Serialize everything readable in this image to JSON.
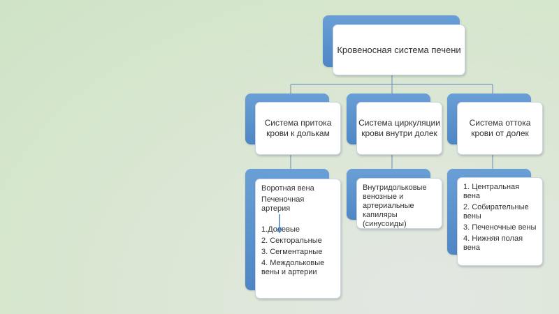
{
  "diagram": {
    "root": {
      "label": "Кровеносная система печени"
    },
    "branches": [
      {
        "label": "Система притока крови к долькам",
        "details": [
          "Воротная вена",
          "Печеночная артерия",
          "",
          "1.Долевые",
          "2. Секторальные",
          "3. Сегментарные",
          "4. Междольковые вены и артерии"
        ]
      },
      {
        "label": "Система циркуляции крови внутри долек",
        "details": [
          "Внутридольковые венозные и артериальные капиляры (синусоиды)"
        ]
      },
      {
        "label": "Система оттока крови от долек",
        "details": [
          "1. Центральная вена",
          "2. Собирательные вены",
          "3. Печеночные вены",
          "4. Нижняя полая вена"
        ]
      }
    ]
  },
  "colors": {
    "accent": "#5b91cc",
    "connector": "#7a9bb8",
    "arrow": "#4a86c8"
  }
}
